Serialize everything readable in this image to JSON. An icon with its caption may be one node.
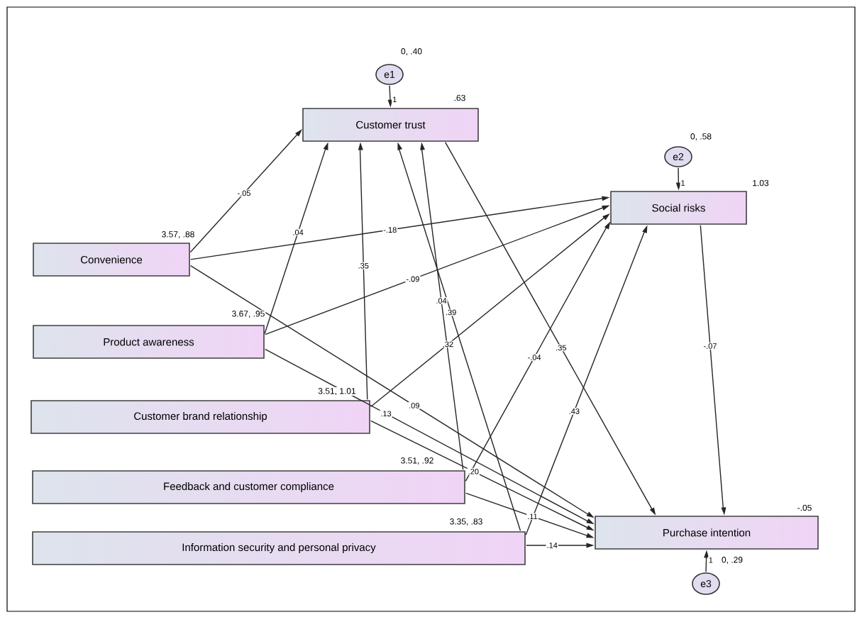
{
  "diagram": {
    "nodes": [
      {
        "text": [
          "e1"
        ],
        "beside": [
          "0, .40"
        ]
      },
      {
        "text": [
          "Customer trust"
        ],
        "beside": [
          ".63"
        ]
      },
      {
        "text": [
          "e2"
        ],
        "beside": [
          "0, .58"
        ]
      },
      {
        "text": [
          "Social risks"
        ],
        "beside": [
          "1.03"
        ]
      },
      {
        "text": [
          "Convenience"
        ],
        "beside": [
          "3.57, .88"
        ]
      },
      {
        "text": [
          "Product awareness"
        ],
        "beside": [
          "3.67, .95"
        ]
      },
      {
        "text": [
          "Customer brand relationship"
        ],
        "beside": [
          "3.51, 1.01"
        ]
      },
      {
        "text": [
          "Feedback and customer compliance"
        ],
        "beside": [
          "3.51, .92"
        ]
      },
      {
        "text": [
          "Information security and personal privacy"
        ],
        "beside": [
          "3.35, .83"
        ]
      },
      {
        "text": [
          "Purchase intention"
        ],
        "beside": [
          "-.05"
        ]
      },
      {
        "text": [
          "e3"
        ],
        "beside": [
          "0, .29"
        ]
      }
    ],
    "edges": [
      {
        "from": 0,
        "to": 1,
        "arrow": "to",
        "label": "1"
      },
      {
        "from": 2,
        "to": 3,
        "arrow": "to",
        "label": "1"
      },
      {
        "from": 10,
        "to": 9,
        "arrow": "to",
        "label": "1"
      },
      {
        "from": 4,
        "to": 1,
        "arrow": "to",
        "label": "-.05"
      },
      {
        "from": 4,
        "to": 3,
        "arrow": "to",
        "label": "-.18"
      },
      {
        "from": 4,
        "to": 9,
        "arrow": "to",
        "label": ".09"
      },
      {
        "from": 5,
        "to": 1,
        "arrow": "to",
        "label": ".04"
      },
      {
        "from": 5,
        "to": 3,
        "arrow": "to",
        "label": "-.09"
      },
      {
        "from": 5,
        "to": 9,
        "arrow": "to",
        "label": ".13"
      },
      {
        "from": 6,
        "to": 1,
        "arrow": "to",
        "label": ".35"
      },
      {
        "from": 6,
        "to": 3,
        "arrow": "to",
        "label": ".32"
      },
      {
        "from": 6,
        "to": 9,
        "arrow": "to",
        "label": ".20"
      },
      {
        "from": 7,
        "to": 1,
        "arrow": "to",
        "label": ".04"
      },
      {
        "from": 7,
        "to": 3,
        "arrow": "to",
        "label": "-.04"
      },
      {
        "from": 7,
        "to": 9,
        "arrow": "to",
        "label": ".11"
      },
      {
        "from": 8,
        "to": 1,
        "arrow": "to",
        "label": ".39"
      },
      {
        "from": 8,
        "to": 3,
        "arrow": "to",
        "label": ".43"
      },
      {
        "from": 8,
        "to": 9,
        "arrow": "to",
        "label": ".14"
      },
      {
        "from": 1,
        "to": 9,
        "arrow": "to",
        "label": ".35"
      },
      {
        "from": 3,
        "to": 9,
        "arrow": "to",
        "label": "-.07"
      }
    ]
  }
}
